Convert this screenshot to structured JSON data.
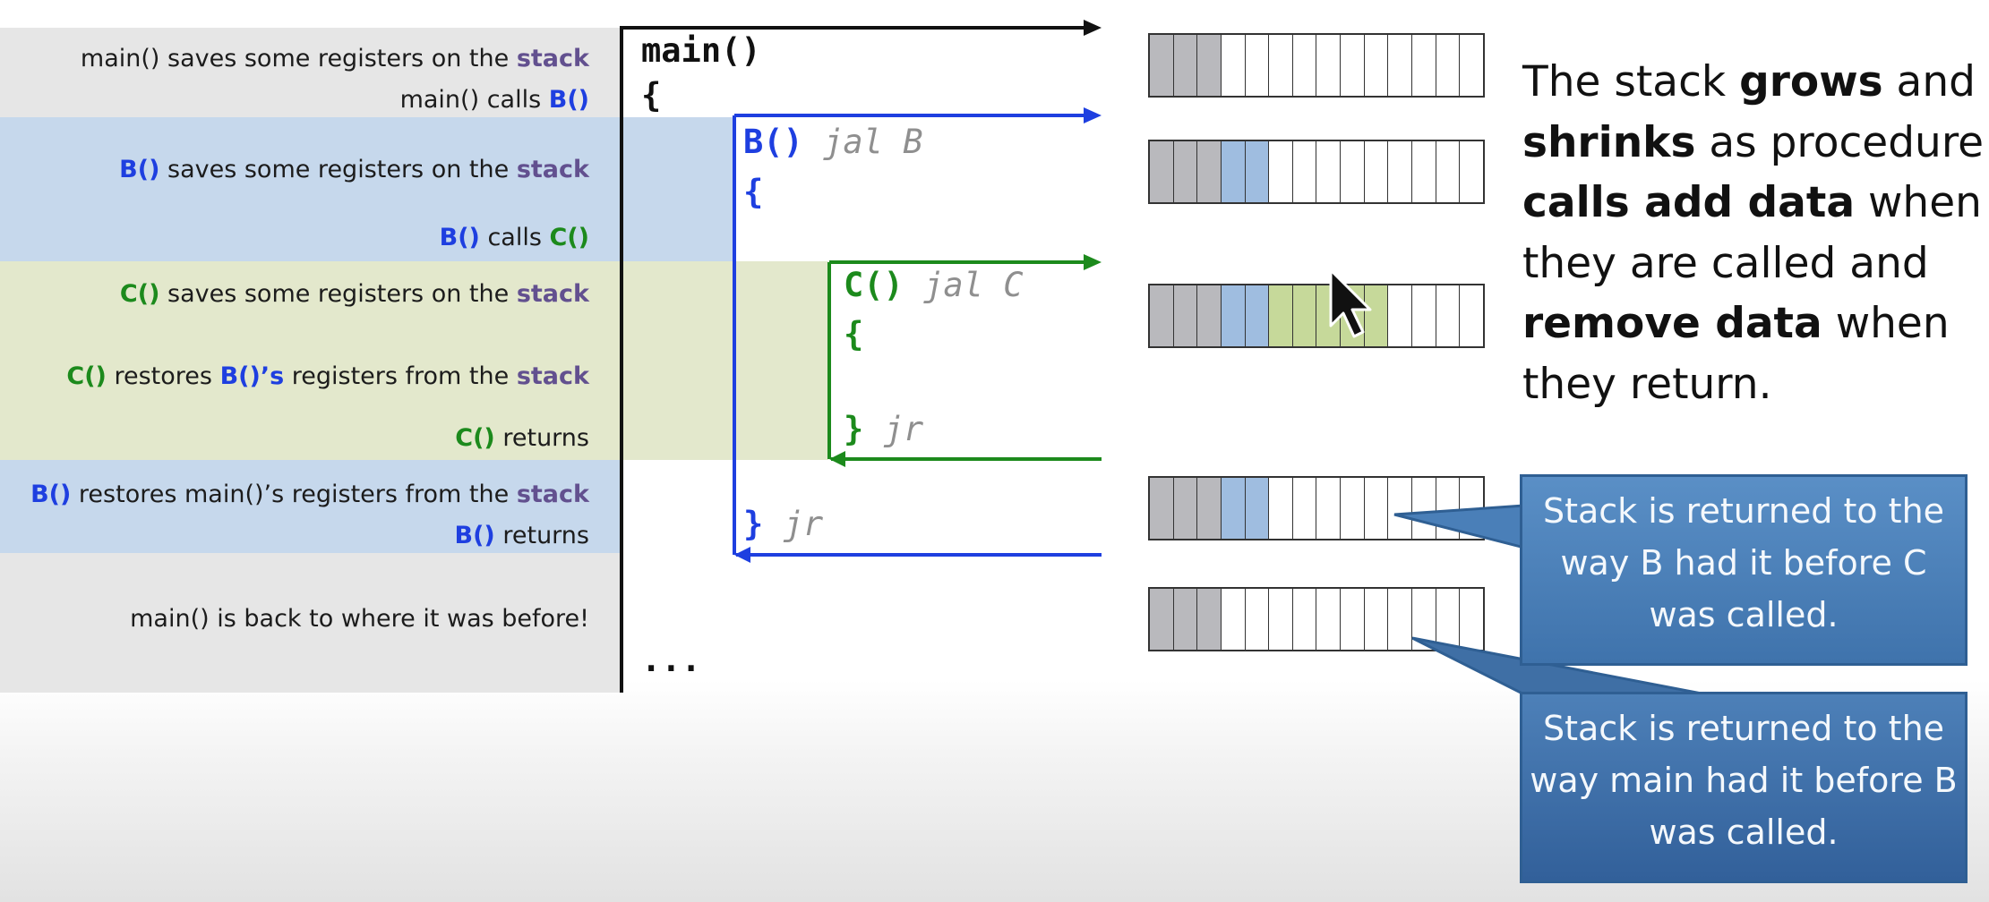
{
  "steps": {
    "main_save": {
      "pre": "main() saves some registers on the ",
      "stack": "stack"
    },
    "main_call": {
      "pre": "main() calls ",
      "fn": "B()"
    },
    "b_save": {
      "fn": "B()",
      "mid": " saves some registers on the ",
      "stack": "stack"
    },
    "b_call": {
      "fn": "B()",
      "mid": " calls ",
      "fn2": "C()"
    },
    "c_save": {
      "fn": "C()",
      "mid": " saves some registers on the ",
      "stack": "stack"
    },
    "c_restore": {
      "fn": "C()",
      "mid": " restores ",
      "fn2": "B()’s",
      "mid2": " registers from the ",
      "stack": "stack"
    },
    "c_return": {
      "fn": "C()",
      "mid": " returns"
    },
    "b_restore": {
      "fn": "B()",
      "mid": " restores main()’s registers from the ",
      "stack": "stack"
    },
    "b_return": {
      "fn": "B()",
      "mid": " returns"
    },
    "main_back": {
      "text": "main() is back to where it was before!"
    }
  },
  "code": {
    "main_name": "main()",
    "open_brace": "{",
    "b_name": "B()",
    "b_asm": "jal B",
    "c_name": "C()",
    "c_asm": "jal C",
    "close_brace": "}",
    "ret_asm": "jr",
    "ellipsis": "..."
  },
  "description": {
    "t1": "The stack ",
    "b1": "grows",
    "t2": " and ",
    "b2": "shrinks",
    "t3": " as procedure ",
    "b3": "calls add data",
    "t4": " when they are called and ",
    "b4": "remove data",
    "t5": " when they return."
  },
  "stacks": [
    {
      "cells": [
        "gray",
        "gray",
        "gray",
        "empty",
        "empty",
        "empty",
        "empty",
        "empty",
        "empty",
        "empty",
        "empty",
        "empty",
        "empty",
        "empty"
      ]
    },
    {
      "cells": [
        "gray",
        "gray",
        "gray",
        "blue",
        "blue",
        "empty",
        "empty",
        "empty",
        "empty",
        "empty",
        "empty",
        "empty",
        "empty",
        "empty"
      ]
    },
    {
      "cells": [
        "gray",
        "gray",
        "gray",
        "blue",
        "blue",
        "green",
        "green",
        "green",
        "green",
        "green",
        "empty",
        "empty",
        "empty",
        "empty"
      ]
    },
    {
      "cells": [
        "gray",
        "gray",
        "gray",
        "blue",
        "blue",
        "empty",
        "empty",
        "empty",
        "empty",
        "empty",
        "empty",
        "empty",
        "empty",
        "empty"
      ]
    },
    {
      "cells": [
        "gray",
        "gray",
        "gray",
        "empty",
        "empty",
        "empty",
        "empty",
        "empty",
        "empty",
        "empty",
        "empty",
        "empty",
        "empty",
        "empty"
      ]
    }
  ],
  "callouts": {
    "after_c": "Stack is returned to the way B had it before C was called.",
    "after_b": "Stack is returned to the way main had it before B was called."
  },
  "colors": {
    "gray_cell": "#b9b9bd",
    "blue_cell": "#9fbde0",
    "green_cell": "#c6d99a",
    "empty_cell": "#ffffff",
    "main_band": "#e6e6e6",
    "b_band": "#c6d8ec",
    "c_band": "#e3e8cc",
    "b_color": "#1e3fe0",
    "c_color": "#1c8a1c",
    "callout_fill": "#4a7fb8"
  }
}
